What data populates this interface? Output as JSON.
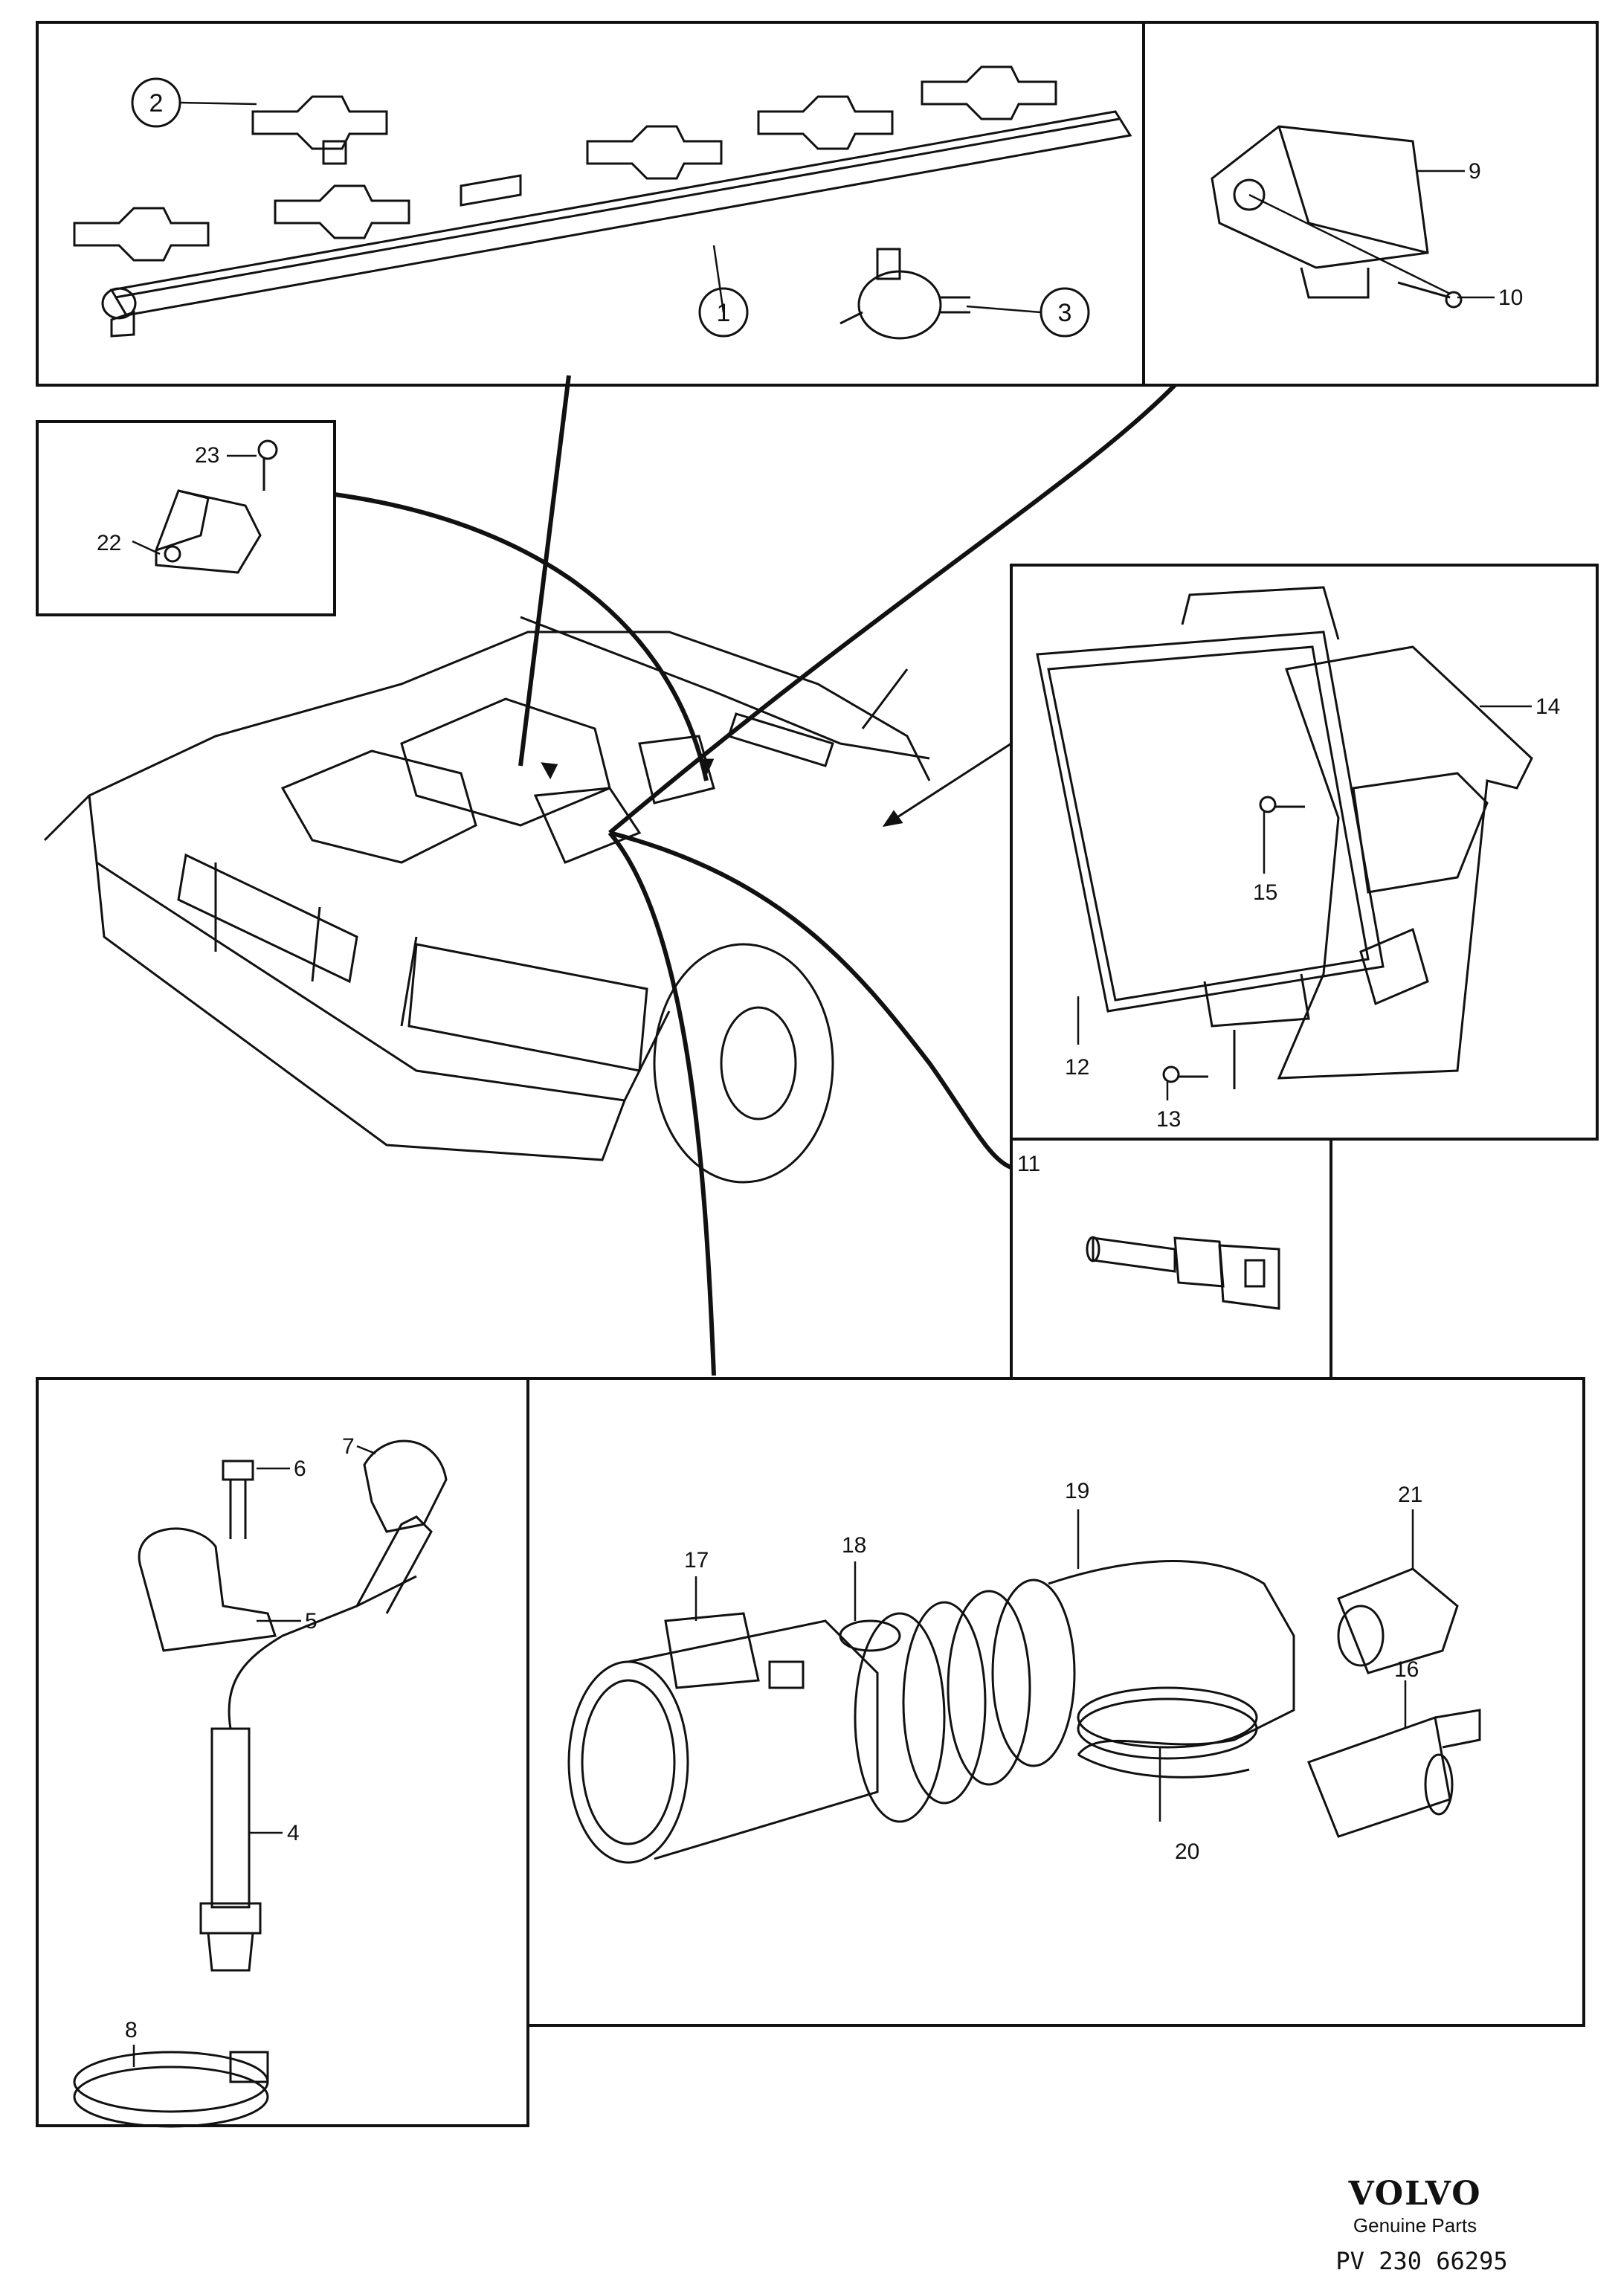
{
  "callouts": {
    "c1": "1",
    "c2": "2",
    "c3": "3",
    "c4": "4",
    "c5": "5",
    "c6": "6",
    "c7": "7",
    "c8": "8",
    "c9": "9",
    "c10": "10",
    "c11": "11",
    "c12": "12",
    "c13": "13",
    "c14": "14",
    "c15": "15",
    "c16": "16",
    "c17": "17",
    "c18": "18",
    "c19": "19",
    "c20": "20",
    "c21": "21",
    "c22": "22",
    "c23": "23"
  },
  "brand": {
    "logo": "VOLVO",
    "tagline": "Genuine Parts",
    "reference": "PV 230 66295"
  }
}
